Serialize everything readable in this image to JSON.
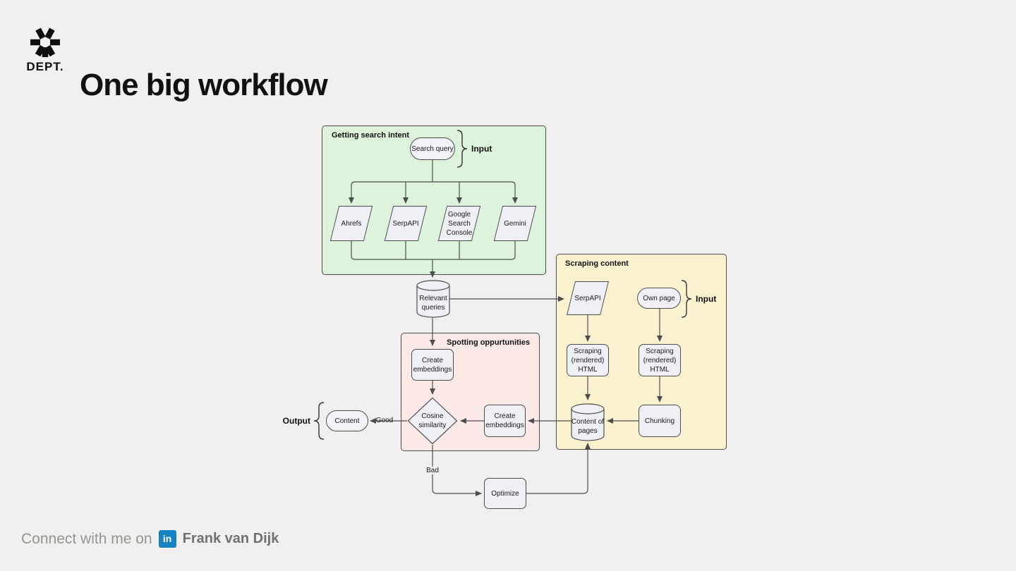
{
  "header": {
    "brand": "DEPT.",
    "title": "One big workflow"
  },
  "diagram": {
    "groups": {
      "intent": {
        "label": "Getting search intent"
      },
      "scraping": {
        "label": "Scraping content"
      },
      "spotting": {
        "label": "Spotting oppurtunities"
      }
    },
    "nodes": {
      "search_query": "Search query",
      "ahrefs": "Ahrefs",
      "serpapi_intent": "SerpAPI",
      "google_search_console": "Google Search Console",
      "gemini": "Gemini",
      "relevant_queries": "Relevant queries",
      "serpapi_scraping": "SerpAPI",
      "own_page": "Own page",
      "scraping_rendered_html_left": "Scraping (rendered) HTML",
      "scraping_rendered_html_right": "Scraping (rendered) HTML",
      "content_of_pages": "Content of pages",
      "chunking": "Chunking",
      "create_embeddings_queries": "Create embeddings",
      "cosine_similarity": "Cosine similarity",
      "create_embeddings_pages": "Create embeddings",
      "content_output": "Content",
      "optimize": "Optimize"
    },
    "annotations": {
      "input_intent": "Input",
      "input_scraping": "Input",
      "output": "Output",
      "good": "Good",
      "bad": "Bad"
    }
  },
  "footer": {
    "connect": "Connect with me on",
    "linkedin_icon": "in",
    "name": "Frank van Dijk"
  },
  "colors": {
    "background": "#f1f0ef",
    "group_intent_fill": "#ddf3db",
    "group_scraping_fill": "#fdf2cf",
    "group_spotting_fill": "#fbe9e6",
    "node_fill": "#eef0f6",
    "stroke": "#4d4d4d",
    "linkedin_blue": "#1583c1"
  }
}
